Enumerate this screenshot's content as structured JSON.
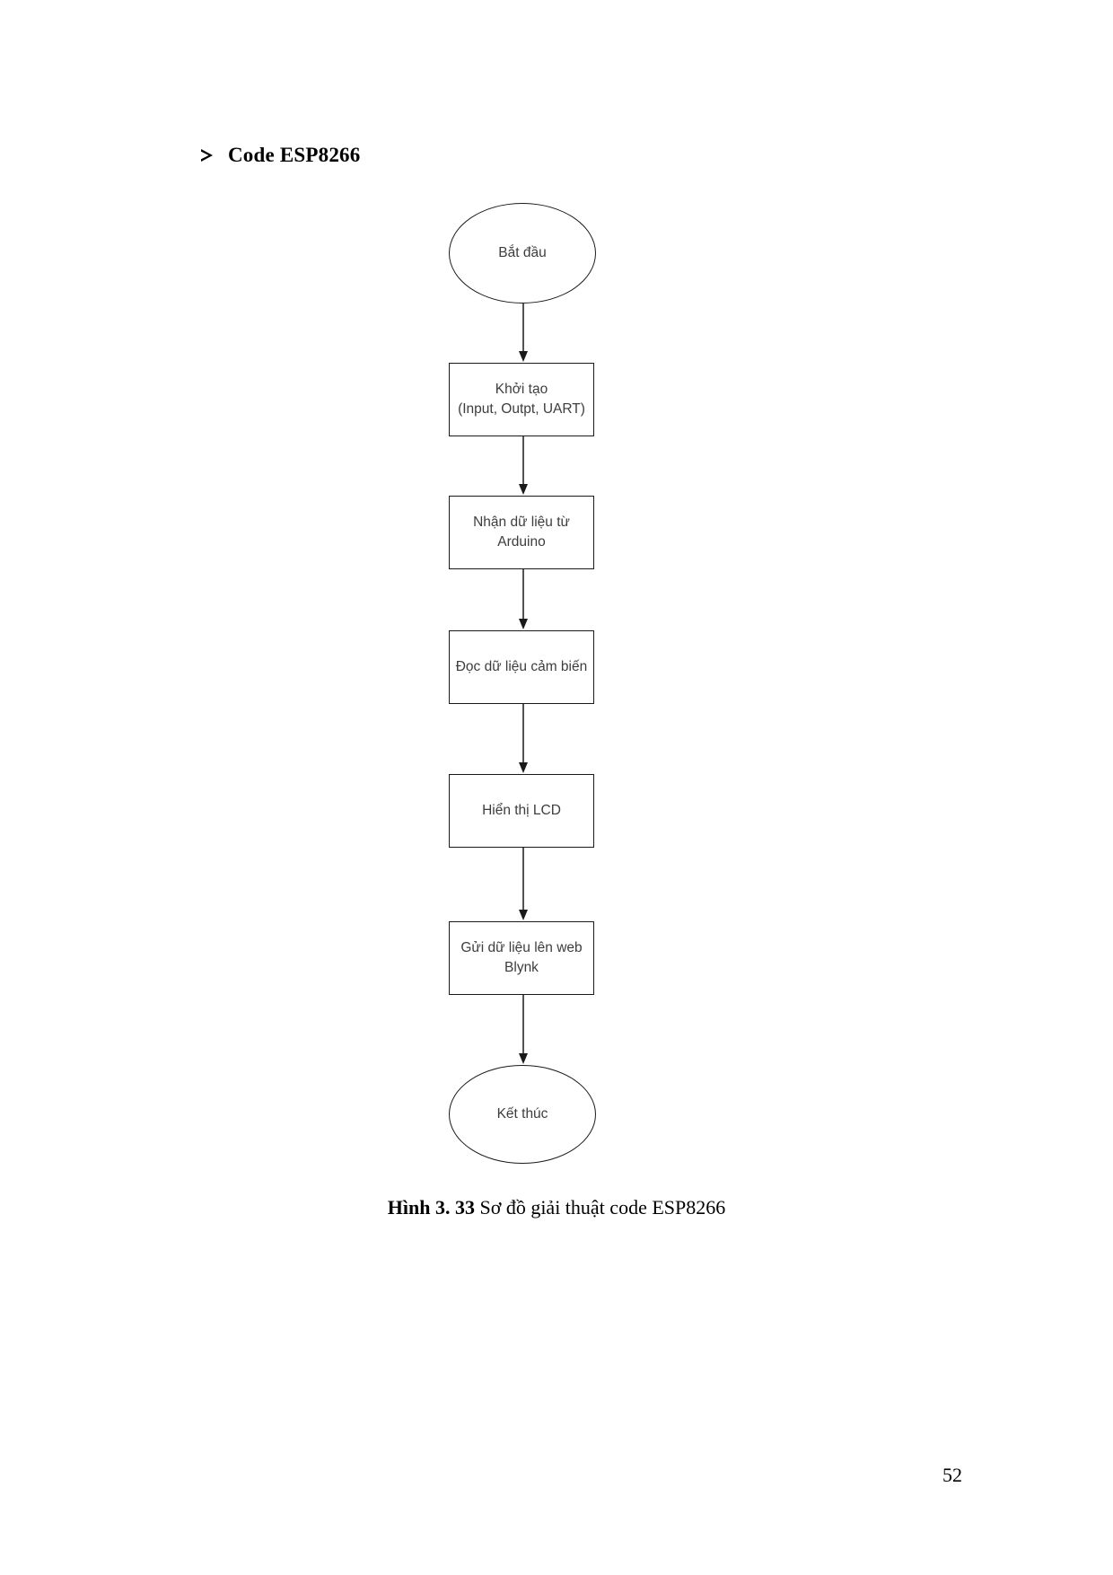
{
  "heading": {
    "bullet": "arrow-bullet-icon",
    "text": "Code ESP8266"
  },
  "flowchart": {
    "nodes": [
      {
        "id": "start",
        "type": "terminator",
        "label": "Bắt đầu"
      },
      {
        "id": "init",
        "type": "process",
        "label": "Khởi tạo\n(Input, Outpt, UART)"
      },
      {
        "id": "receive",
        "type": "process",
        "label": "Nhận dữ liệu từ\nArduino"
      },
      {
        "id": "read",
        "type": "process",
        "label": "Đọc dữ liệu cảm biến"
      },
      {
        "id": "display",
        "type": "process",
        "label": "Hiển thị LCD"
      },
      {
        "id": "send",
        "type": "process",
        "label": "Gửi dữ liệu lên web\nBlynk"
      },
      {
        "id": "end",
        "type": "terminator",
        "label": "Kết thúc"
      }
    ],
    "edges": [
      {
        "from": "start",
        "to": "init"
      },
      {
        "from": "init",
        "to": "receive"
      },
      {
        "from": "receive",
        "to": "read"
      },
      {
        "from": "read",
        "to": "display"
      },
      {
        "from": "display",
        "to": "send"
      },
      {
        "from": "send",
        "to": "end"
      }
    ],
    "line_color": "#1a1a1a",
    "text_color": "#3d3d3d"
  },
  "caption": {
    "number": "Hình 3. 33",
    "text": " Sơ đồ giải thuật code ESP8266"
  },
  "footer": {
    "page_number": "52"
  }
}
